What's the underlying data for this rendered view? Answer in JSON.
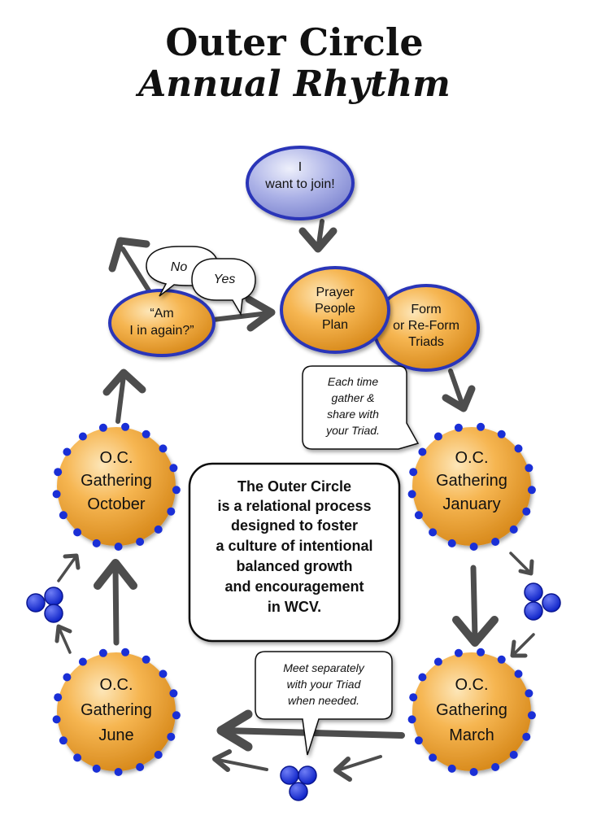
{
  "title": {
    "line1": "Outer Circle",
    "line2": "Annual Rhythm"
  },
  "nodes": {
    "join": [
      "I",
      "want to join!"
    ],
    "prayer": [
      "Prayer",
      "People",
      "Plan"
    ],
    "triads": [
      "Form",
      "or Re-Form",
      "Triads"
    ],
    "again": [
      "“Am",
      "I in again?”"
    ],
    "january": [
      "O.C.",
      "Gathering",
      "January"
    ],
    "march": [
      "O.C.",
      "Gathering",
      "March"
    ],
    "june": [
      "O.C.",
      "Gathering",
      "June"
    ],
    "october": [
      "O.C.",
      "Gathering",
      "October"
    ]
  },
  "bubbles": {
    "no": "No",
    "yes": "Yes",
    "gather": [
      "Each time",
      "gather &",
      "share with",
      "your Triad."
    ],
    "meet": [
      "Meet separately",
      "with your Triad",
      "when needed."
    ]
  },
  "center_text": [
    "The Outer Circle",
    "is a relational process",
    "designed to foster",
    "a culture of intentional",
    "balanced growth",
    "and encouragement",
    "in WCV."
  ],
  "colors": {
    "orange_fill": "#f2a93b",
    "blue_dots": "#1a2fd6",
    "lavender": "#8c93d8",
    "dark_blue_border": "#2b36b8",
    "arrow": "#4d4d4d"
  }
}
